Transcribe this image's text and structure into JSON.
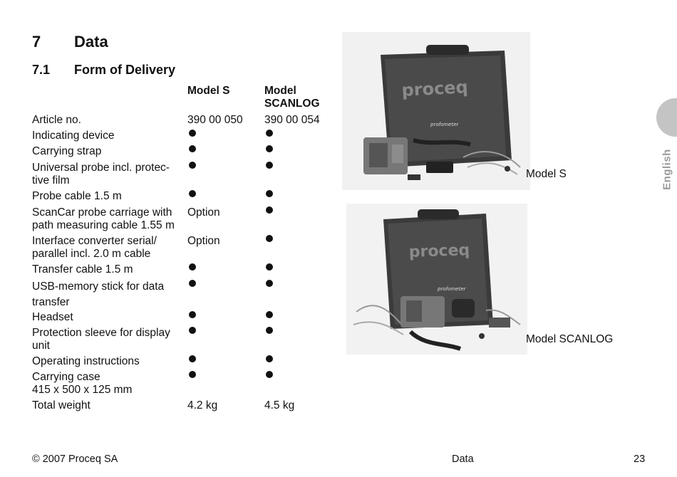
{
  "chapter": {
    "number": "7",
    "title": "Data"
  },
  "section": {
    "number": "7.1",
    "title": "Form of Delivery"
  },
  "columns": {
    "model_s": "Model S",
    "model_scanlog": [
      "Model",
      "SCANLOG"
    ]
  },
  "rows": [
    {
      "label": [
        "Article no."
      ],
      "s": "390 00 050",
      "scanlog": "390 00 054"
    },
    {
      "label": [
        "Indicating device"
      ],
      "s": "●",
      "scanlog": "●"
    },
    {
      "label": [
        "Carrying strap"
      ],
      "s": "●",
      "scanlog": "●"
    },
    {
      "label": [
        "Universal probe incl. protec-",
        "tive film"
      ],
      "s": "●",
      "scanlog": "●"
    },
    {
      "label": [
        "Probe cable 1.5 m"
      ],
      "s": "●",
      "scanlog": "●"
    },
    {
      "label": [
        "ScanCar probe carriage with",
        "path measuring cable 1.55 m"
      ],
      "s": "Option",
      "scanlog": "●"
    },
    {
      "label": [
        "Interface converter serial/",
        "parallel incl. 2.0 m cable"
      ],
      "s": "Option",
      "scanlog": "●"
    },
    {
      "label": [
        "Transfer cable 1.5 m"
      ],
      "s": "●",
      "scanlog": "●"
    },
    {
      "label": [
        "USB-memory stick for data",
        "transfer"
      ],
      "s": "●",
      "scanlog": "●"
    },
    {
      "label": [
        "Headset"
      ],
      "s": "●",
      "scanlog": "●"
    },
    {
      "label": [
        "Protection sleeve for display",
        "unit"
      ],
      "s": "●",
      "scanlog": "●"
    },
    {
      "label": [
        "Operating instructions"
      ],
      "s": "●",
      "scanlog": "●"
    },
    {
      "label": [
        "Carrying case",
        "415 x 500 x 125 mm"
      ],
      "s": "●",
      "scanlog": "●"
    },
    {
      "label": [
        "Total weight"
      ],
      "s": "4.2 kg",
      "scanlog": "4.5 kg"
    }
  ],
  "images": {
    "model_s": {
      "caption": "Model S",
      "case_logo": "proceq",
      "device_label": "profometer"
    },
    "model_scanlog": {
      "caption": "Model SCANLOG",
      "case_logo": "proceq",
      "device_label": "profometer"
    }
  },
  "side_tab": {
    "label": "English",
    "color": "#c4c4c4"
  },
  "footer": {
    "copyright": "© 2007 Proceq SA",
    "section": "Data",
    "page": "23"
  }
}
